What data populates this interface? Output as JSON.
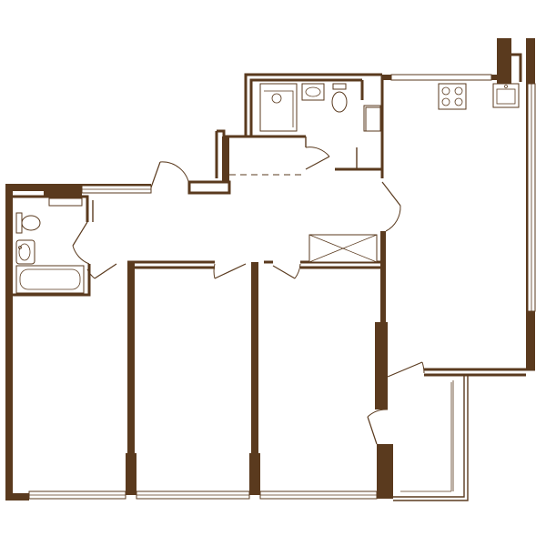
{
  "plan": {
    "kind": "apartment-floor-plan",
    "line_color": "#5a3a1e",
    "background": "#ffffff",
    "rooms": [
      "bathroom-left",
      "bathroom-top",
      "corridor",
      "bedroom-left",
      "bedroom-middle",
      "bedroom-right",
      "kitchen-living",
      "balcony"
    ],
    "fixtures": [
      "toilet-icon",
      "sink-icon",
      "bathtub-icon",
      "shower-icon",
      "stove-icon",
      "kitchen-sink-icon",
      "wardrobe-icon"
    ]
  }
}
